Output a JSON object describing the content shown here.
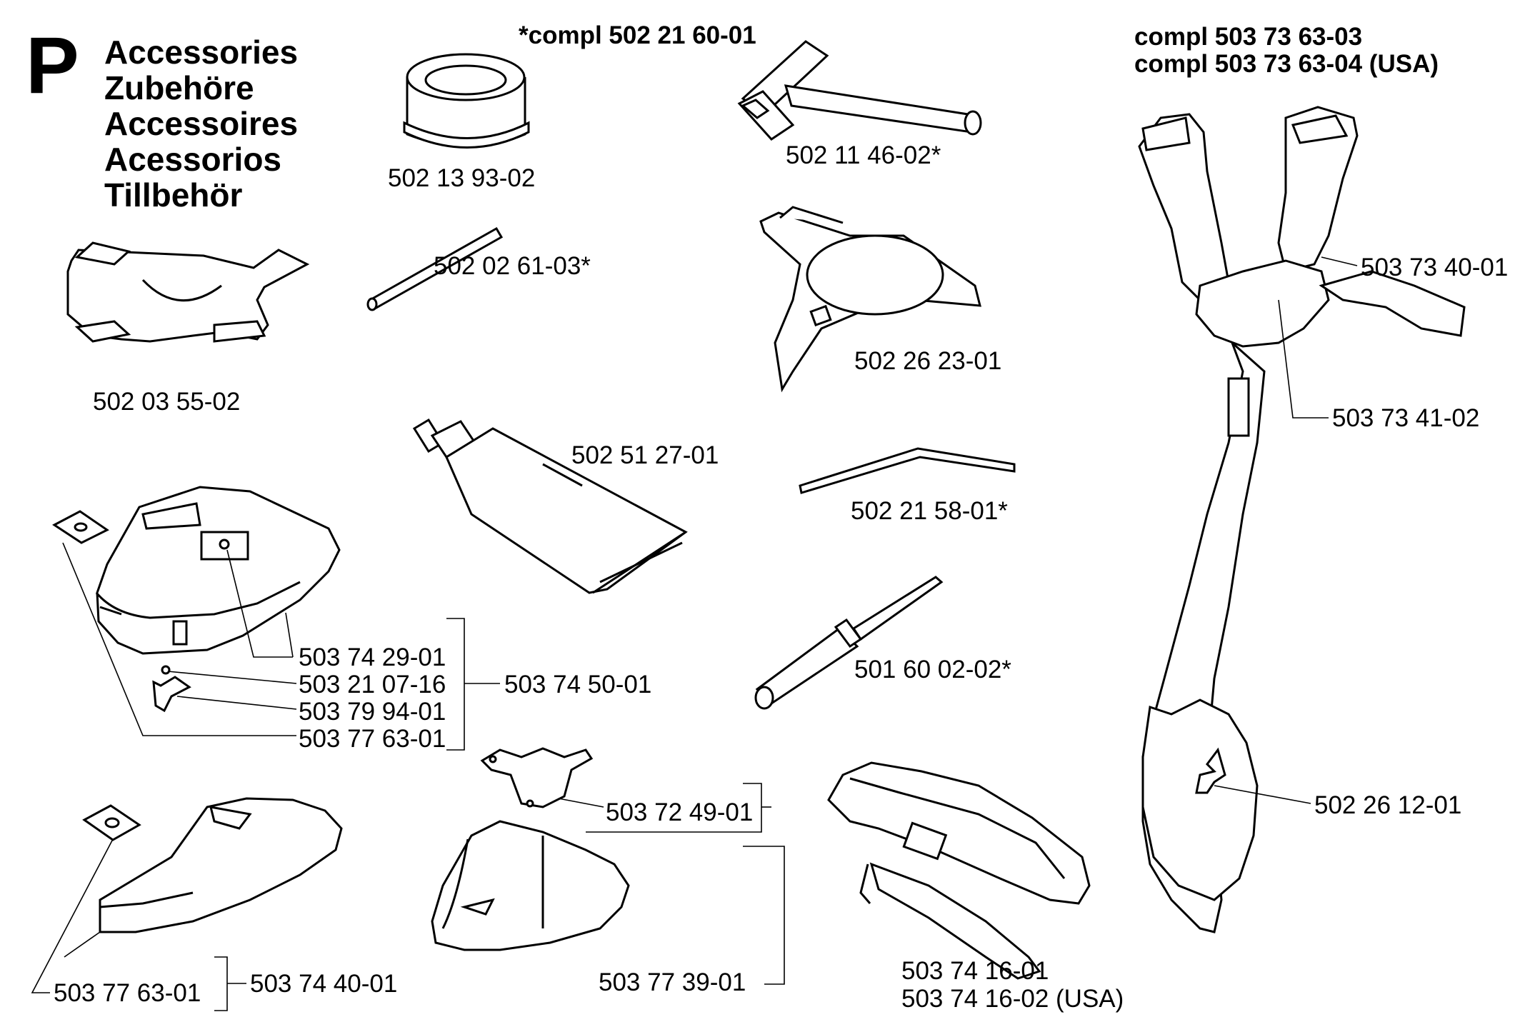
{
  "section": {
    "letter": "P",
    "titles": [
      "Accessories",
      "Zubehöre",
      "Accessoires",
      "Acessorios",
      "Tillbehör"
    ]
  },
  "headers": {
    "compl_kit": "*compl 502 21 60-01",
    "compl_harness_1": "compl 503 73 63-03",
    "compl_harness_2": "compl 503 73 63-04 (USA)"
  },
  "parts": {
    "p_502_13_93_02": "502 13 93-02",
    "p_502_11_46_02": "502 11 46-02*",
    "p_502_02_61_03": "502 02 61-03*",
    "p_502_26_23_01": "502 26 23-01",
    "p_502_03_55_02": "502 03 55-02",
    "p_502_51_27_01": "502 51 27-01",
    "p_502_21_58_01": "502 21 58-01*",
    "p_501_60_02_02": "501 60 02-02*",
    "p_503_74_29_01": "503 74 29-01",
    "p_503_21_07_16": "503 21 07-16",
    "p_503_79_94_01": "503 79 94-01",
    "p_503_77_63_01_a": "503 77 63-01",
    "p_503_74_50_01": "503 74 50-01",
    "p_503_72_49_01": "503 72 49-01",
    "p_503_77_39_01": "503 77 39-01",
    "p_503_77_63_01_b": "503 77 63-01",
    "p_503_74_40_01": "503 74 40-01",
    "p_503_74_16_01": "503 74 16-01",
    "p_503_74_16_02": "503 74 16-02 (USA)",
    "p_503_73_40_01": "503 73 40-01",
    "p_503_73_41_02": "503 73 41-02",
    "p_502_26_12_01": "502 26 12-01"
  }
}
